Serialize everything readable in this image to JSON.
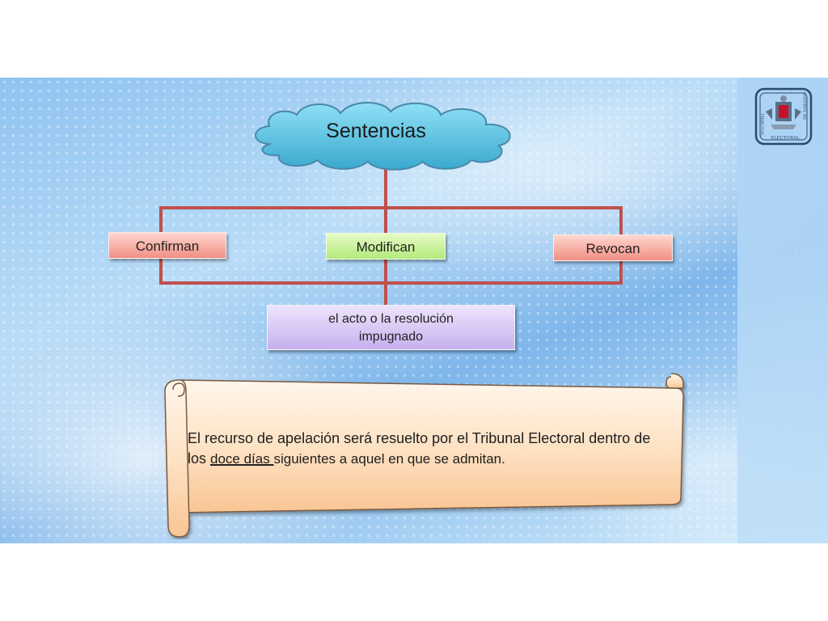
{
  "diagram": {
    "root": {
      "label": "Sentencias"
    },
    "branches": [
      {
        "label": "Confirman"
      },
      {
        "label": "Modifican"
      },
      {
        "label": "Revocan"
      }
    ],
    "target": {
      "line1": "el acto o la resolución",
      "line2": "impugnado"
    }
  },
  "scroll": {
    "text_part1": "El recurso de apelación será resuelto por el Tribunal Electoral dentro de",
    "text_part2": "los ",
    "emphasis": "doce días ",
    "text_part3": "siguientes a aquel en que se admitan."
  },
  "logo": {
    "top_text": "TRIBUNAL",
    "right_text": "DE TABASCO",
    "bottom_text": "ELECTORAL"
  },
  "colors": {
    "connector": "#c0504d",
    "cloud": "#4bb7d8",
    "confirman_fill": "#f4a19a",
    "modifican_fill": "#c4ef95",
    "revocan_fill": "#f4a19a",
    "resolucion_fill": "#d7c8f3",
    "scroll_fill": "#fbd2a8"
  }
}
